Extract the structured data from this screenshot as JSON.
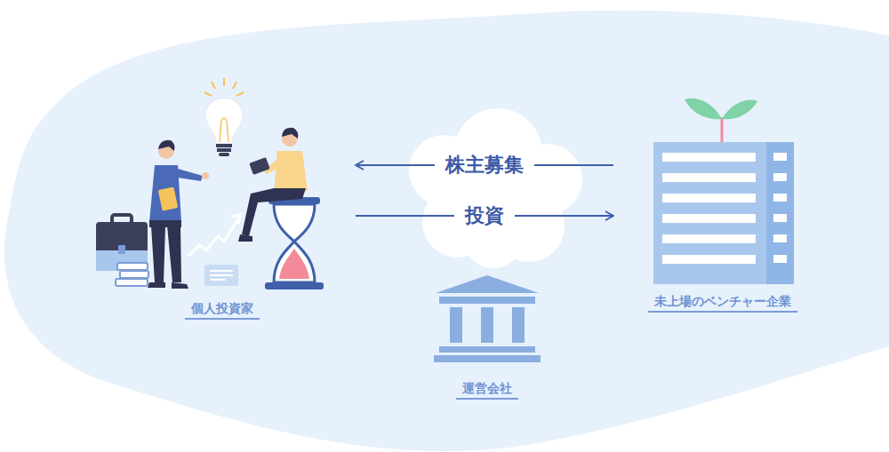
{
  "diagram": {
    "nodes": [
      {
        "text": [
          "個人投資家"
        ]
      },
      {
        "text": [
          "未上場のベンチャー企業"
        ]
      },
      {
        "text": [
          "運営会社"
        ]
      }
    ],
    "edges": [
      {
        "from": 1,
        "to": 0,
        "label": "株主募集",
        "arrow": "to"
      },
      {
        "from": 0,
        "to": 1,
        "label": "投資",
        "arrow": "to"
      }
    ]
  }
}
